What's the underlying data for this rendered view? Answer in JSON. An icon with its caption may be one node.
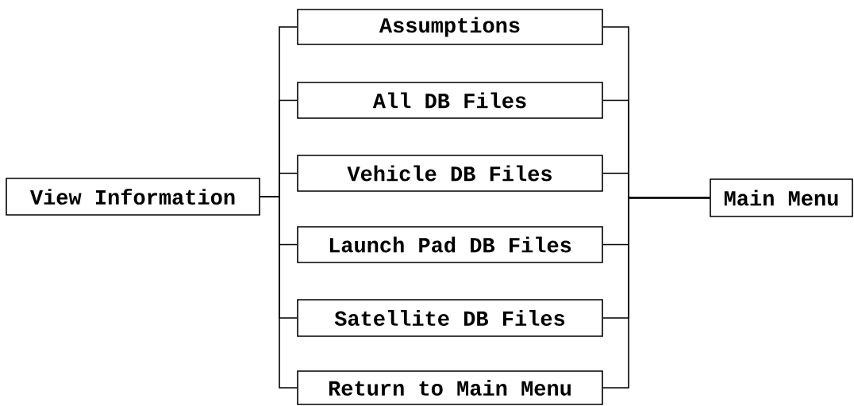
{
  "diagram": {
    "nodes": [
      {
        "text": [
          "View Information"
        ]
      },
      {
        "text": [
          "Assumptions"
        ]
      },
      {
        "text": [
          "All DB Files"
        ]
      },
      {
        "text": [
          "Vehicle DB Files"
        ]
      },
      {
        "text": [
          "Launch Pad DB Files"
        ]
      },
      {
        "text": [
          "Satellite DB Files"
        ]
      },
      {
        "text": [
          "Return to Main Menu"
        ]
      },
      {
        "text": [
          "Main Menu"
        ]
      }
    ],
    "edges": [
      {
        "from": 0,
        "to": 1,
        "arrow": "none"
      },
      {
        "from": 0,
        "to": 2,
        "arrow": "none"
      },
      {
        "from": 0,
        "to": 3,
        "arrow": "none"
      },
      {
        "from": 0,
        "to": 4,
        "arrow": "none"
      },
      {
        "from": 0,
        "to": 5,
        "arrow": "none"
      },
      {
        "from": 0,
        "to": 6,
        "arrow": "none"
      },
      {
        "from": 1,
        "to": 7,
        "arrow": "none"
      },
      {
        "from": 2,
        "to": 7,
        "arrow": "none"
      },
      {
        "from": 3,
        "to": 7,
        "arrow": "none"
      },
      {
        "from": 4,
        "to": 7,
        "arrow": "none"
      },
      {
        "from": 5,
        "to": 7,
        "arrow": "none"
      },
      {
        "from": 6,
        "to": 7,
        "arrow": "none"
      }
    ]
  }
}
